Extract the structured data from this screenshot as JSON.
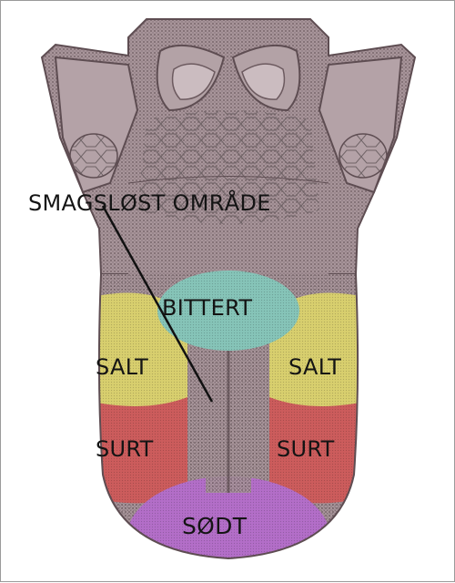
{
  "diagram": {
    "labels": {
      "tasteless_area": "SMAGSLØST OMRÅDE",
      "bitter": "BITTERT",
      "salt_left": "SALT",
      "salt_right": "SALT",
      "sour_left": "SURT",
      "sour_right": "SURT",
      "sweet": "SØDT"
    },
    "colors": {
      "tongue": "#a08c8c",
      "tongue_dark": "#6f5e5e",
      "bitter": "#86c4b8",
      "salt": "#d8cf6e",
      "sour": "#cc5c5c",
      "sweet": "#b36ec8"
    }
  }
}
